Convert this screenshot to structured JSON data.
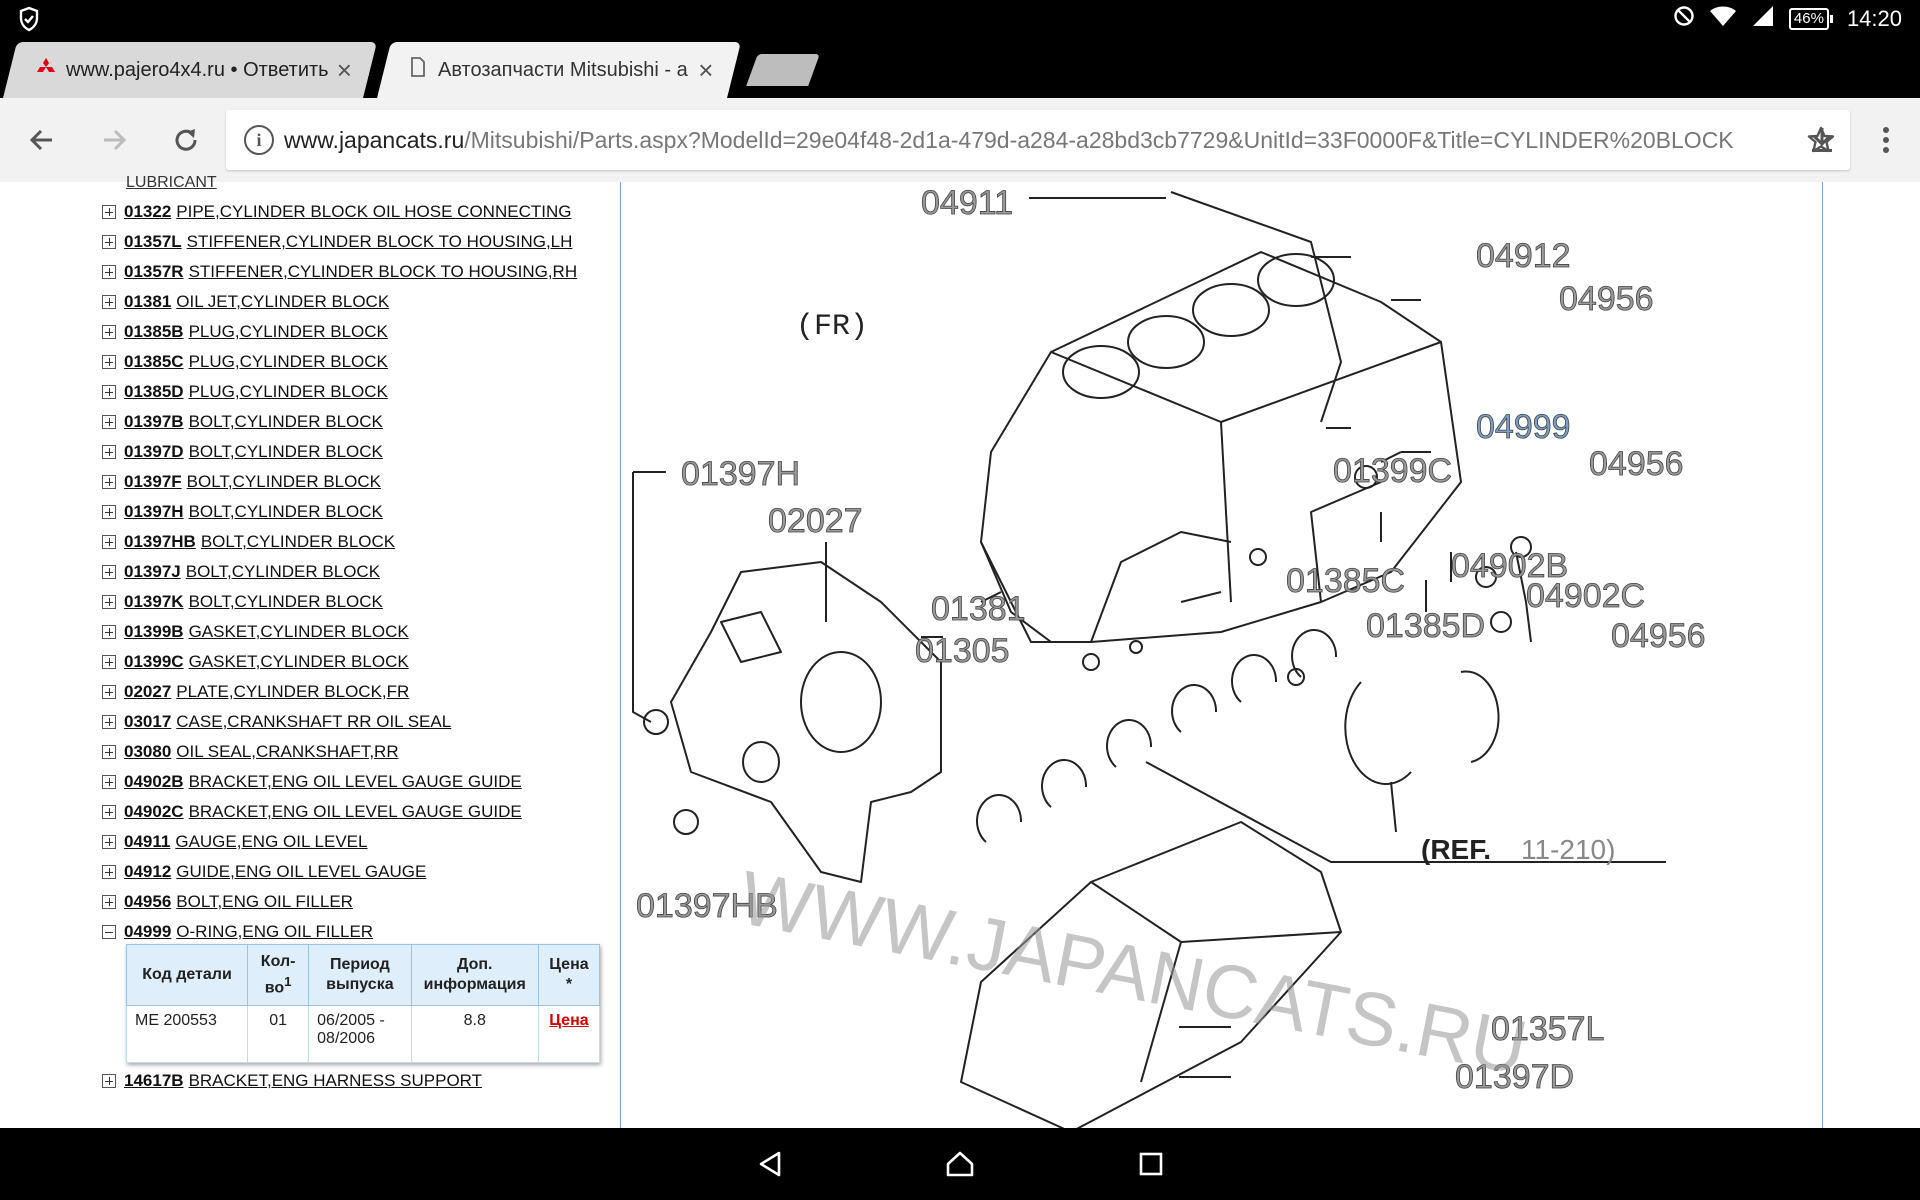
{
  "status_bar": {
    "battery": "46%",
    "time": "14:20"
  },
  "tabs": [
    {
      "title": "www.pajero4x4.ru • Ответить"
    },
    {
      "title": "Автозапчасти Mitsubishi - a"
    }
  ],
  "address_bar": {
    "host": "www.japancats.ru",
    "path": "/Mitsubishi/Parts.aspx?ModelId=29e04f48-2d1a-479d-a284-a28bd3cb7729&UnitId=33F0000F&Title=CYLINDER%20BLOCK"
  },
  "parts_list": {
    "truncated_item": "LUBRICANT",
    "items": [
      {
        "code": "01322",
        "name": "PIPE,CYLINDER BLOCK OIL HOSE CONNECTING"
      },
      {
        "code": "01357L",
        "name": "STIFFENER,CYLINDER BLOCK TO HOUSING,LH"
      },
      {
        "code": "01357R",
        "name": "STIFFENER,CYLINDER BLOCK TO HOUSING,RH"
      },
      {
        "code": "01381",
        "name": "OIL JET,CYLINDER BLOCK"
      },
      {
        "code": "01385B",
        "name": "PLUG,CYLINDER BLOCK"
      },
      {
        "code": "01385C",
        "name": "PLUG,CYLINDER BLOCK"
      },
      {
        "code": "01385D",
        "name": "PLUG,CYLINDER BLOCK"
      },
      {
        "code": "01397B",
        "name": "BOLT,CYLINDER BLOCK"
      },
      {
        "code": "01397D",
        "name": "BOLT,CYLINDER BLOCK"
      },
      {
        "code": "01397F",
        "name": "BOLT,CYLINDER BLOCK"
      },
      {
        "code": "01397H",
        "name": "BOLT,CYLINDER BLOCK"
      },
      {
        "code": "01397HB",
        "name": "BOLT,CYLINDER BLOCK"
      },
      {
        "code": "01397J",
        "name": "BOLT,CYLINDER BLOCK"
      },
      {
        "code": "01397K",
        "name": "BOLT,CYLINDER BLOCK"
      },
      {
        "code": "01399B",
        "name": "GASKET,CYLINDER BLOCK"
      },
      {
        "code": "01399C",
        "name": "GASKET,CYLINDER BLOCK"
      },
      {
        "code": "02027",
        "name": "PLATE,CYLINDER BLOCK,FR"
      },
      {
        "code": "03017",
        "name": "CASE,CRANKSHAFT RR OIL SEAL"
      },
      {
        "code": "03080",
        "name": "OIL SEAL,CRANKSHAFT,RR"
      },
      {
        "code": "04902B",
        "name": "BRACKET,ENG OIL LEVEL GAUGE GUIDE"
      },
      {
        "code": "04902C",
        "name": "BRACKET,ENG OIL LEVEL GAUGE GUIDE"
      },
      {
        "code": "04911",
        "name": "GAUGE,ENG OIL LEVEL"
      },
      {
        "code": "04912",
        "name": "GUIDE,ENG OIL LEVEL GAUGE"
      },
      {
        "code": "04956",
        "name": "BOLT,ENG OIL FILLER"
      },
      {
        "code": "04999",
        "name": "O-RING,ENG OIL FILLER"
      }
    ],
    "after_item": {
      "code": "14617B",
      "name": "BRACKET,ENG HARNESS SUPPORT"
    }
  },
  "details_table": {
    "headers": [
      "Код детали",
      "Кол-во",
      "Период выпуска",
      "Доп. информация",
      "Цена"
    ],
    "qty_sup": "1",
    "price_star": "*",
    "row": {
      "part_no": "ME 200553",
      "qty": "01",
      "period": "06/2005 - 08/2006",
      "info": "8.8",
      "price_link": "Цена"
    }
  },
  "diagram": {
    "fr_label": "(FR)",
    "ref_label": "(REF.",
    "ref_code": "11-210)",
    "watermark": "WWW.JAPANCATS.RU",
    "callouts": [
      "04911",
      "04912",
      "04956",
      "04999",
      "04956",
      "01399C",
      "01397H",
      "02027",
      "04902B",
      "04902C",
      "01385C",
      "04956",
      "01381",
      "01305",
      "01385D",
      "01397HB",
      "01357L",
      "01397D"
    ]
  }
}
